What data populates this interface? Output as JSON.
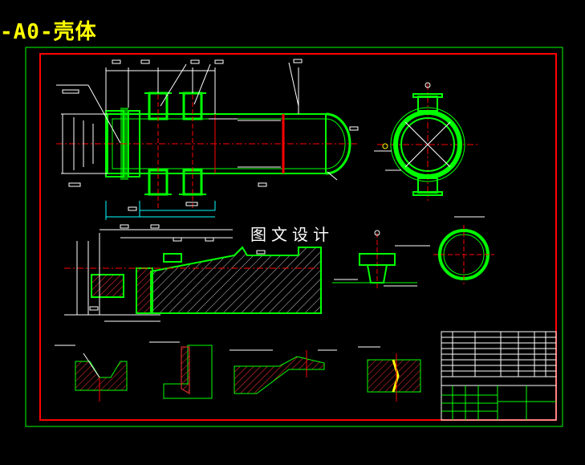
{
  "drawing_title": "-A0-壳体",
  "watermark_text": "图文设计",
  "colors": {
    "background": "#000000",
    "outer_frame": "#00ff00",
    "inner_frame": "#ff0000",
    "title_text": "#ffff00",
    "outline": "#00ff00",
    "thin_line": "#ffffff",
    "dimension": "#00ffff",
    "centerline": "#ff0000",
    "weld": "#ffff00"
  },
  "views": [
    "shell-elevation-view",
    "end-view-flanged",
    "detail-section-tubesheet",
    "detail-weld-nozzle",
    "section-circle-small",
    "detail-groove-1",
    "detail-groove-2",
    "detail-groove-3",
    "detail-groove-4",
    "title-block-table"
  ]
}
